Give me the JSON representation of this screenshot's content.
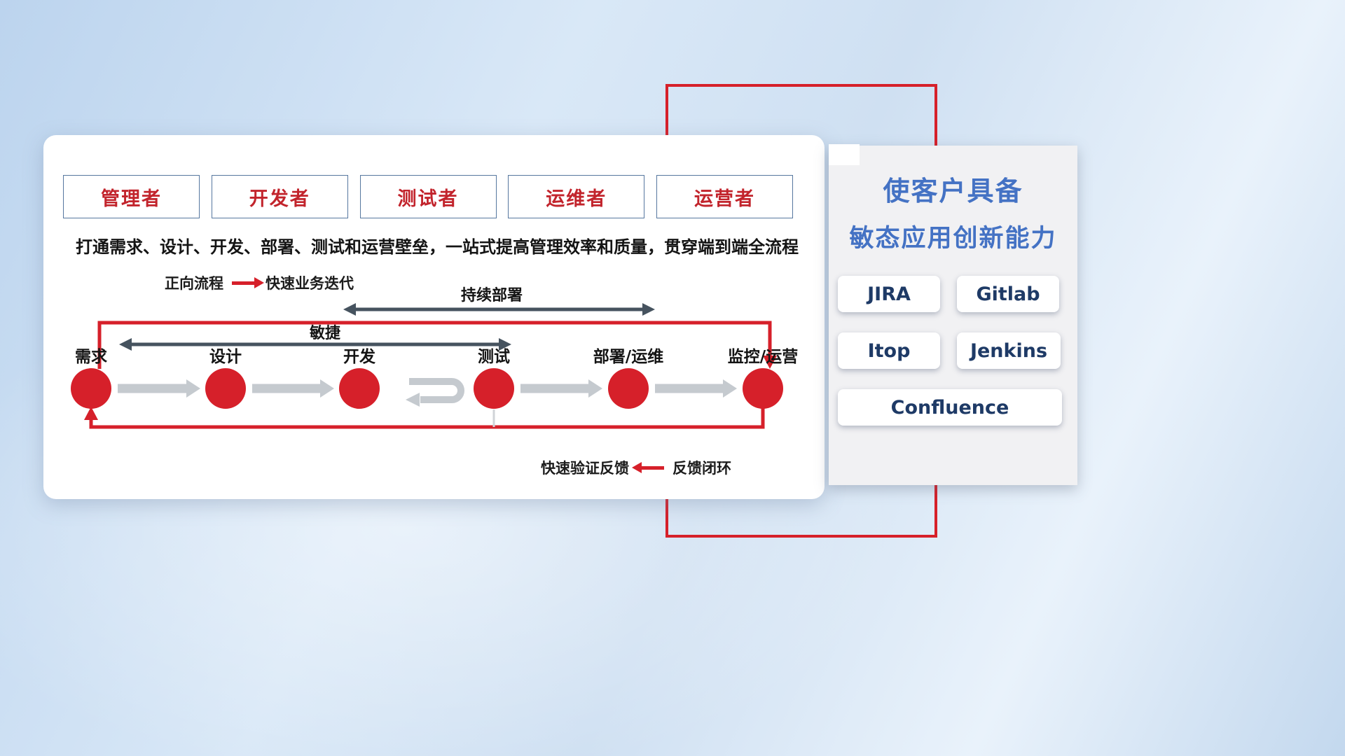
{
  "main_panel": {
    "roles": [
      "管理者",
      "开发者",
      "测试者",
      "运维者",
      "运营者"
    ],
    "description": "打通需求、设计、开发、部署、测试和运营壁垒，一站式提高管理效率和质量，贯穿端到端全流程",
    "legend_forward": {
      "label": "正向流程",
      "value": "快速业务迭代"
    },
    "legend_feedback": {
      "label": "快速验证反馈",
      "value": "反馈闭环"
    },
    "flow": {
      "agile_label": "敏捷",
      "continuous_deploy_label": "持续部署",
      "stages": [
        "需求",
        "设计",
        "开发",
        "测试",
        "部署/运维",
        "监控/运营"
      ]
    }
  },
  "side_panel": {
    "title_line1": "使客户具备",
    "title_line2": "敏态应用创新能力",
    "tools": [
      "JIRA",
      "Gitlab",
      "Itop",
      "Jenkins",
      "Confluence"
    ]
  },
  "colors": {
    "accent_red": "#d6202a",
    "title_blue": "#4472c4",
    "tool_text_navy": "#1e3a66",
    "role_text_red": "#c2242c",
    "role_border_blue": "#56779f",
    "dark_arrow": "#46535f",
    "gray_arrow": "#c5cacf"
  }
}
